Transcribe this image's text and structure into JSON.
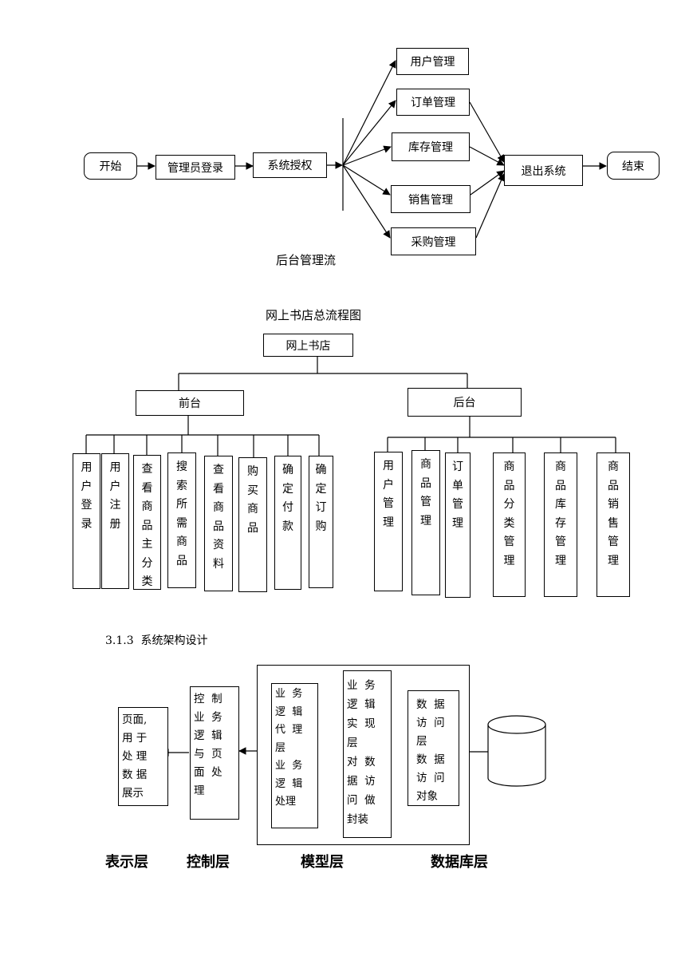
{
  "flow": {
    "start": "开始",
    "login": "管理员登录",
    "auth": "系统授权",
    "modules": [
      "用户管理",
      "订单管理",
      "库存管理",
      "销售管理",
      "采购管理"
    ],
    "exit": "退出系统",
    "end": "结束",
    "caption": "后台管理流"
  },
  "tree": {
    "title": "网上书店总流程图",
    "root": "网上书店",
    "front": "前台",
    "back": "后台",
    "front_items": [
      "用户登录",
      "用户注册",
      "查看商品主分类",
      "搜索所需商品",
      "查看商品资料",
      "购买商品",
      "确定付款",
      "确定订购"
    ],
    "back_items": [
      "用户管理",
      "商品管理",
      "订单管理",
      "商品分类管理",
      "商品库存管理",
      "商品销售管理"
    ]
  },
  "arch": {
    "heading": "3.1.3  系统架构设计",
    "view_box": "页面,\n用 于\n处 理\n数 据\n展示",
    "control_box": "控  制\n业  务\n逻  辑\n与  页\n面  处\n理",
    "model_box1": "业  务\n逻  辑\n代  理\n层\n业  务\n逻  辑\n处理",
    "model_box2": "业  务\n逻  辑\n实  现\n层\n对  数\n据  访\n问  做\n封装",
    "dao_box": "数  据\n访  问\n层\n数  据\n访  问\n对象",
    "layers": [
      "表示层",
      "控制层",
      "模型层",
      "数据库层"
    ]
  }
}
